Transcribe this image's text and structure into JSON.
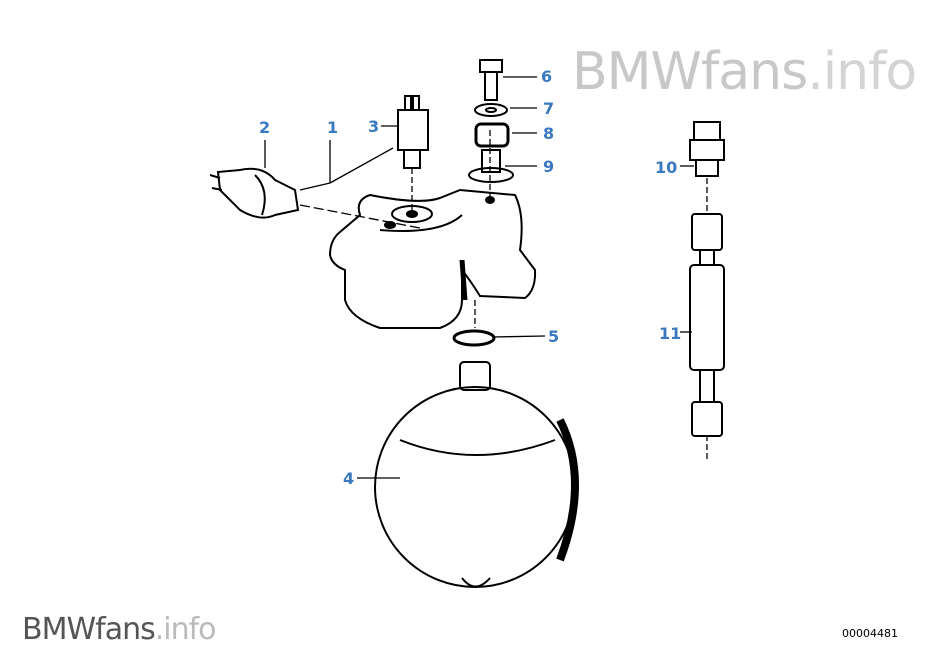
{
  "watermark": {
    "brand": "BMWfans",
    "tld": ".info"
  },
  "diagram_id": "00004481",
  "callouts": [
    "1",
    "2",
    "3",
    "4",
    "5",
    "6",
    "7",
    "8",
    "9",
    "10",
    "11"
  ],
  "colors": {
    "callout": "#3a78c0",
    "line": "#000000"
  }
}
